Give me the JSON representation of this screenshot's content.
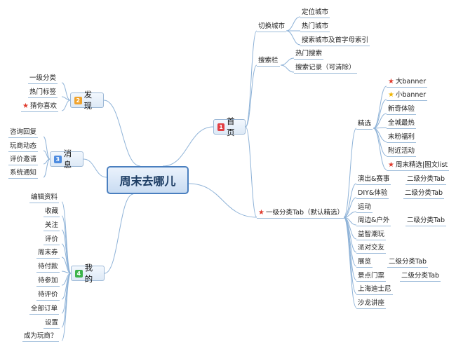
{
  "root": "周末去哪儿",
  "branches": {
    "home": {
      "num": "1",
      "label": "首页",
      "color": "#e23f44"
    },
    "discover": {
      "num": "2",
      "label": "发现",
      "color": "#f0a32c"
    },
    "message": {
      "num": "3",
      "label": "消息",
      "color": "#4c8be0"
    },
    "mine": {
      "num": "4",
      "label": "我的",
      "color": "#3bb34a"
    }
  },
  "home": {
    "switch_city": "切换城市",
    "switch_city_items": [
      "定位城市",
      "热门城市",
      "搜索城市及首字母索引"
    ],
    "search_bar": "搜索栏",
    "search_bar_items": [
      "热门搜索",
      "搜索记录（可清除）"
    ],
    "category_tab": "一级分类Tab（默认精选）",
    "featured": "精选",
    "featured_items": [
      "大banner",
      "小banner",
      "新奇体验",
      "全城最热",
      "末粉福利",
      "附近活动",
      "周末精选|图文list"
    ],
    "categories": [
      "演出&赛事",
      "DIY&体验",
      "运动",
      "周边&户外",
      "益智潮玩",
      "派对交友",
      "展览",
      "景点门票",
      "上海迪士尼",
      "沙龙讲座"
    ],
    "sub_tab": "二级分类Tab"
  },
  "discover_items": [
    "一级分类",
    "热门标签",
    "猜你喜欢"
  ],
  "message_items": [
    "咨询回复",
    "玩商动态",
    "评价邀请",
    "系统通知"
  ],
  "mine_items": [
    "编辑资料",
    "收藏",
    "关注",
    "评价",
    "周末券",
    "待付款",
    "待参加",
    "待评价",
    "全部订单",
    "设置",
    "成为玩商？"
  ]
}
